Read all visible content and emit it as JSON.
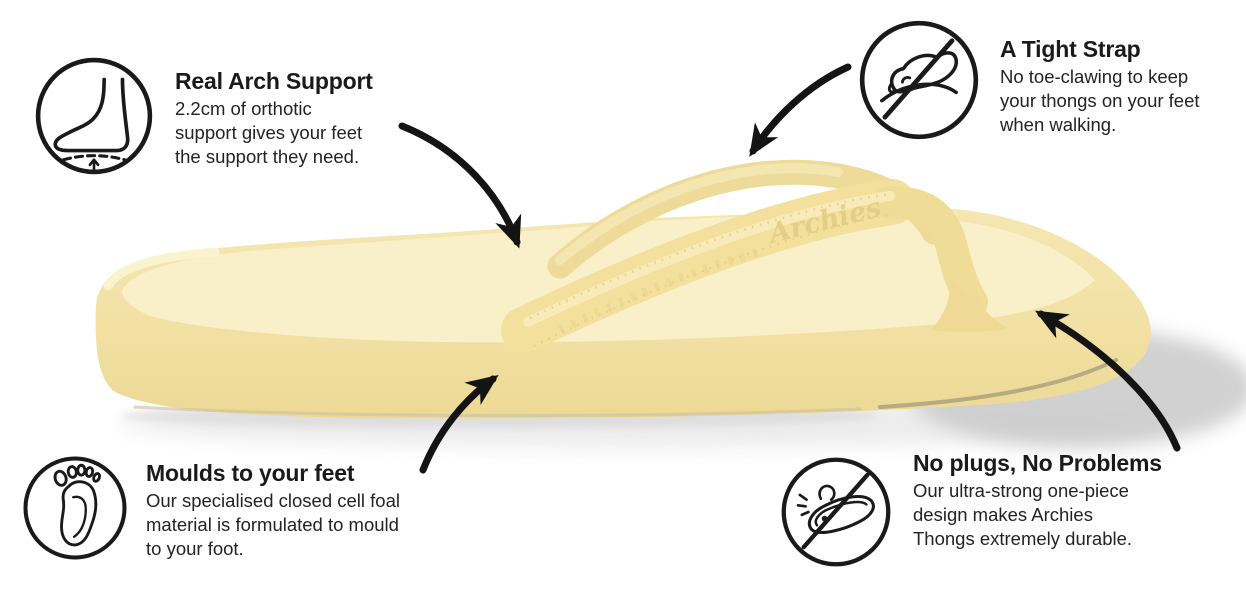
{
  "page": {
    "background": "#ffffff"
  },
  "product": {
    "name": "Archies arch support thong side view",
    "embossed_brand": "Archies",
    "colors": {
      "sole": "#f2e2a7",
      "insole_top": "#f9efc8",
      "strap": "#f2e09c",
      "strap_highlight": "#f8ecbc",
      "emboss": "#e4ce87",
      "shadow": "#cccccc",
      "ink": "#141414"
    }
  },
  "callouts": [
    {
      "id": "arch-support",
      "icon": "foot-arch-icon",
      "title": "Real Arch Support",
      "body": "2.2cm of orthotic\nsupport gives your feet\nthe support they need."
    },
    {
      "id": "tight-strap",
      "icon": "no-toe-clawing-icon",
      "title": "A Tight Strap",
      "body": "No toe-clawing to keep\nyour thongs on your feet\nwhen walking."
    },
    {
      "id": "moulds-to-feet",
      "icon": "footprint-icon",
      "title": "Moulds to your feet",
      "body": "Our specialised closed cell foal\nmaterial is formulated to mould\nto your foot."
    },
    {
      "id": "no-plugs",
      "icon": "no-plug-thong-icon",
      "title": "No plugs, No Problems",
      "body": "Our ultra-strong one-piece\ndesign makes Archies\nThongs extremely durable."
    }
  ]
}
